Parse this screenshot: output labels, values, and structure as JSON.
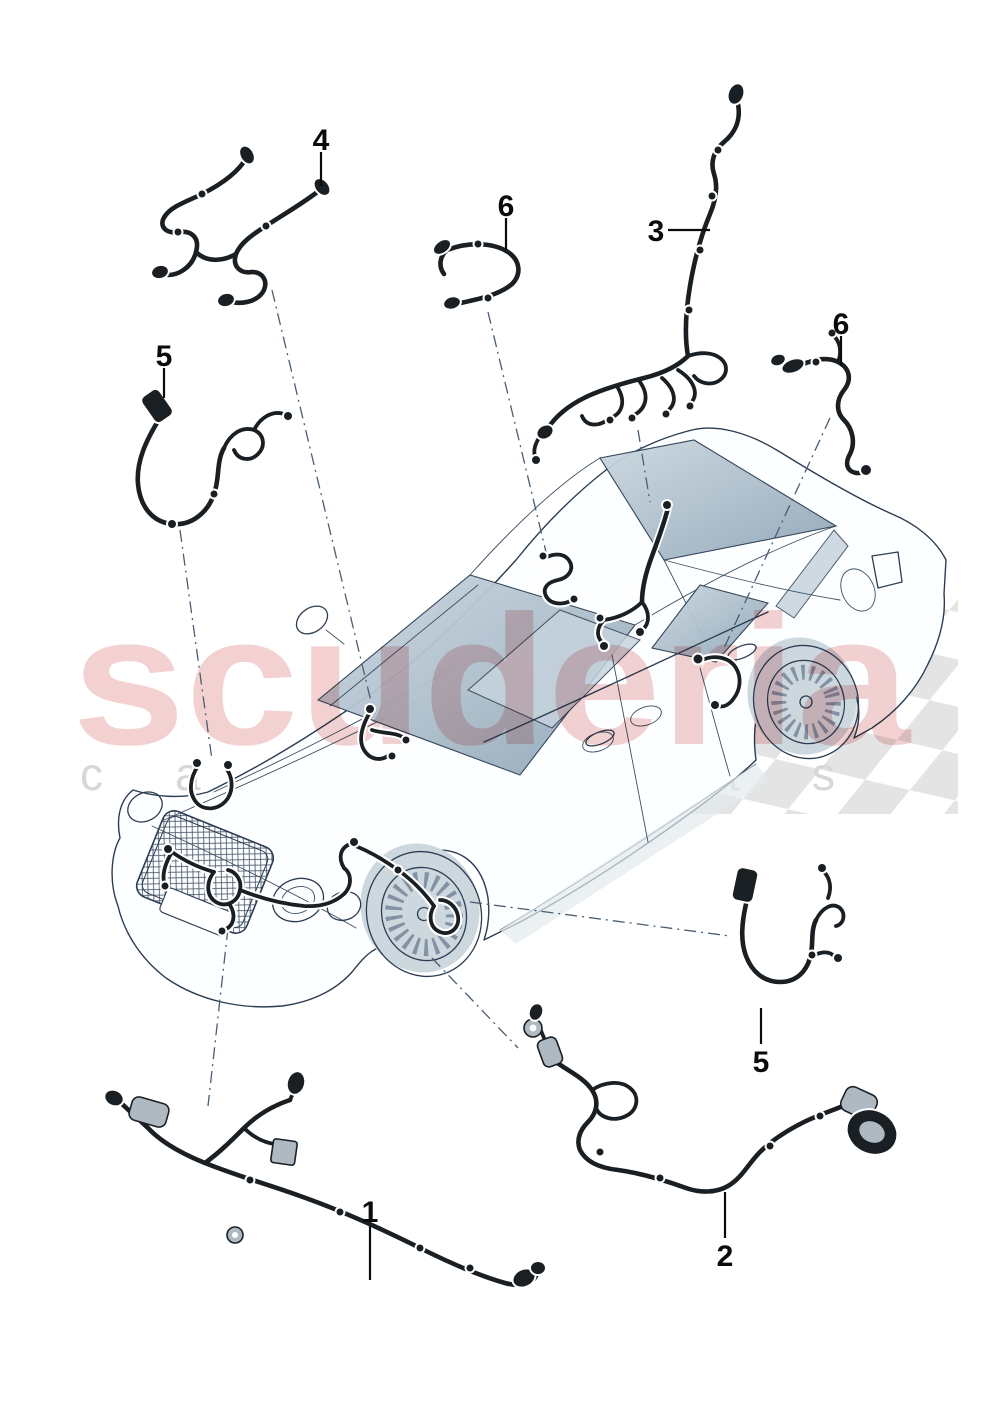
{
  "watermark": {
    "brand": "scuderia",
    "subtitle": "car parts",
    "brand_color": "#f0c6c6",
    "subtitle_color": "#d7d7d7",
    "flag_color": "#e4e4e4"
  },
  "diagram": {
    "description_visible_elements": "sedan line illustration with numbered wiring harness callouts",
    "line_color": "#2b3d52",
    "harness_color": "#1a1f24"
  },
  "callouts": [
    {
      "label": "4"
    },
    {
      "label": "6"
    },
    {
      "label": "3"
    },
    {
      "label": "6"
    },
    {
      "label": "5"
    },
    {
      "label": "5"
    },
    {
      "label": "1"
    },
    {
      "label": "2"
    }
  ]
}
